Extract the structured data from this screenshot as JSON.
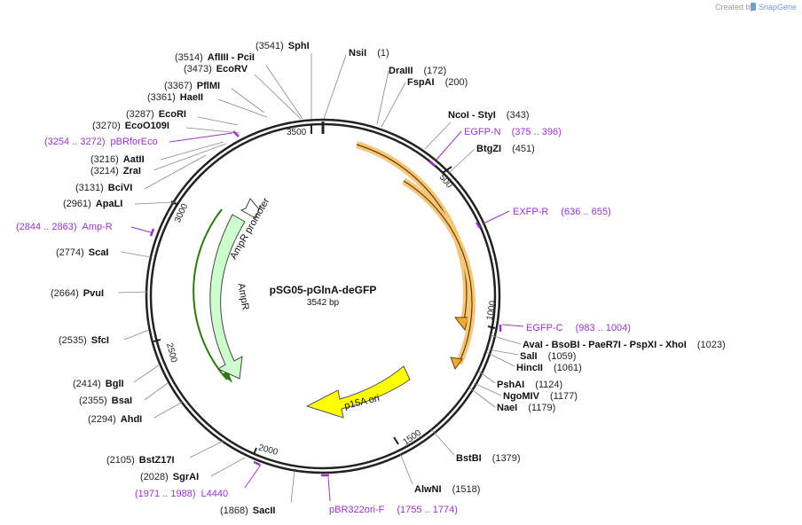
{
  "credit": {
    "prefix": "Created by",
    "brand": "SnapGene"
  },
  "map": {
    "name": "pSG05-pGlnA-deGFP",
    "length_label": "3542 bp",
    "length_bp": 3542,
    "ticks": [
      {
        "bp": 500,
        "label": "500"
      },
      {
        "bp": 1000,
        "label": "1000"
      },
      {
        "bp": 1500,
        "label": "1500"
      },
      {
        "bp": 2000,
        "label": "2000"
      },
      {
        "bp": 2500,
        "label": "2500"
      },
      {
        "bp": 3000,
        "label": "3000"
      },
      {
        "bp": 3500,
        "label": "3500"
      }
    ]
  },
  "features": [
    {
      "id": "orange-outer",
      "label": "",
      "color": "#f0a830"
    },
    {
      "id": "orange-inner",
      "label": "",
      "color": "#f0a830"
    },
    {
      "id": "p15a-ori",
      "label": "p15A ori",
      "color": "#ffff00"
    },
    {
      "id": "ampr",
      "label": "AmpR",
      "color": "#ccffcc"
    },
    {
      "id": "ampr-promoter",
      "label": "AmpR promoter",
      "color": "#ffffff"
    }
  ],
  "sites": [
    {
      "name": "SphI",
      "pos": "(3541)"
    },
    {
      "name": "NsiI",
      "pos": "(1)"
    },
    {
      "name": "AflIII - PciI",
      "pos": "(3514)"
    },
    {
      "name": "EcoRV",
      "pos": "(3473)"
    },
    {
      "name": "PflMI",
      "pos": "(3367)"
    },
    {
      "name": "HaeII",
      "pos": "(3361)"
    },
    {
      "name": "EcoRI",
      "pos": "(3287)"
    },
    {
      "name": "EcoO109I",
      "pos": "(3270)"
    },
    {
      "name": "AatII",
      "pos": "(3216)"
    },
    {
      "name": "ZraI",
      "pos": "(3214)"
    },
    {
      "name": "BciVI",
      "pos": "(3131)"
    },
    {
      "name": "ApaLI",
      "pos": "(2961)"
    },
    {
      "name": "ScaI",
      "pos": "(2774)"
    },
    {
      "name": "PvuI",
      "pos": "(2664)"
    },
    {
      "name": "SfcI",
      "pos": "(2535)"
    },
    {
      "name": "BglI",
      "pos": "(2414)"
    },
    {
      "name": "BsaI",
      "pos": "(2355)"
    },
    {
      "name": "AhdI",
      "pos": "(2294)"
    },
    {
      "name": "BstZ17I",
      "pos": "(2105)"
    },
    {
      "name": "SgrAI",
      "pos": "(2028)"
    },
    {
      "name": "SacII",
      "pos": "(1868)"
    },
    {
      "name": "AlwNI",
      "pos": "(1518)"
    },
    {
      "name": "BstBI",
      "pos": "(1379)"
    },
    {
      "name": "NaeI",
      "pos": "(1179)"
    },
    {
      "name": "NgoMIV",
      "pos": "(1177)"
    },
    {
      "name": "PshAI",
      "pos": "(1124)"
    },
    {
      "name": "HincII",
      "pos": "(1061)"
    },
    {
      "name": "SalI",
      "pos": "(1059)"
    },
    {
      "name": "AvaI - BsoBI - PaeR7I - PspXI - XhoI",
      "pos": "(1023)"
    },
    {
      "name": "BtgZI",
      "pos": "(451)"
    },
    {
      "name": "NcoI - StyI",
      "pos": "(343)"
    },
    {
      "name": "FspAI",
      "pos": "(200)"
    },
    {
      "name": "DraIII",
      "pos": "(172)"
    }
  ],
  "primers": [
    {
      "name": "EGFP-N",
      "range": "(375 .. 396)"
    },
    {
      "name": "EXFP-R",
      "range": "(636 .. 655)"
    },
    {
      "name": "EGFP-C",
      "range": "(983 .. 1004)"
    },
    {
      "name": "pBR322ori-F",
      "range": "(1755 .. 1774)"
    },
    {
      "name": "L4440",
      "range": "(1971 .. 1988)"
    },
    {
      "name": "Amp-R",
      "range": "(2844 .. 2863)"
    },
    {
      "name": "pBRforEco",
      "range": "(3254 .. 3272)"
    }
  ],
  "colors": {
    "backbone": "#222222",
    "primer": "#9b33c9",
    "orange": "#f0a830",
    "ampr_stroke": "#2d7a10",
    "p15a": "#ffff00"
  }
}
